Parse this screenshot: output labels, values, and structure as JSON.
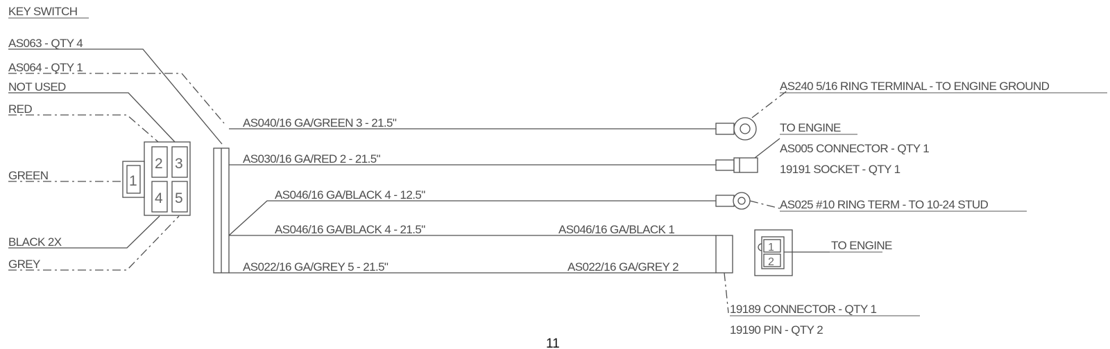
{
  "key_switch": {
    "title": "KEY SWITCH",
    "labels": {
      "as063": "AS063 - QTY 4",
      "as064": "AS064 - QTY 1",
      "not_used": "NOT USED",
      "red": "RED",
      "green": "GREEN",
      "black": "BLACK 2X",
      "grey": "GREY"
    },
    "pins": [
      "1",
      "2",
      "3",
      "4",
      "5"
    ]
  },
  "wires": {
    "green": "AS040/16 GA/GREEN 3 - 21.5\"",
    "red": "AS030/16 GA/RED 2 - 21.5\"",
    "black_short": "AS046/16 GA/BLACK 4 - 12.5\"",
    "black_long": "AS046/16 GA/BLACK 4 - 21.5\"",
    "black_end": "AS046/16 GA/BLACK 1",
    "grey": "AS022/16 GA/GREY 5 - 21.5\"",
    "grey_end": "AS022/16 GA/GREY 2"
  },
  "terminals": {
    "ring_ground": "AS240 5/16 RING TERMINAL - TO ENGINE GROUND",
    "to_engine_1": "TO ENGINE",
    "as005": "AS005 CONNECTOR - QTY 1",
    "socket": "19191 SOCKET - QTY 1",
    "ring_stud": "AS025 #10 RING TERM - TO 10-24 STUD",
    "to_engine_2": "TO ENGINE",
    "connector_19189": "19189 CONNECTOR - QTY 1",
    "pin_19190": "19190 PIN - QTY 2",
    "engine_pins": [
      "1",
      "2"
    ]
  },
  "page_number": "11"
}
